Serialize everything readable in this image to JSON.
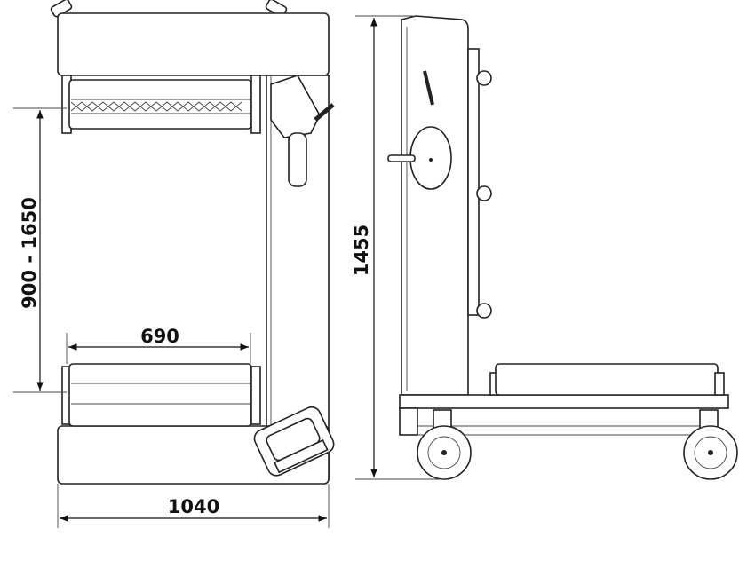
{
  "dimensions": {
    "height_range": "900 - 1650",
    "roller_width": "690",
    "total_width": "1040",
    "total_height": "1455"
  }
}
